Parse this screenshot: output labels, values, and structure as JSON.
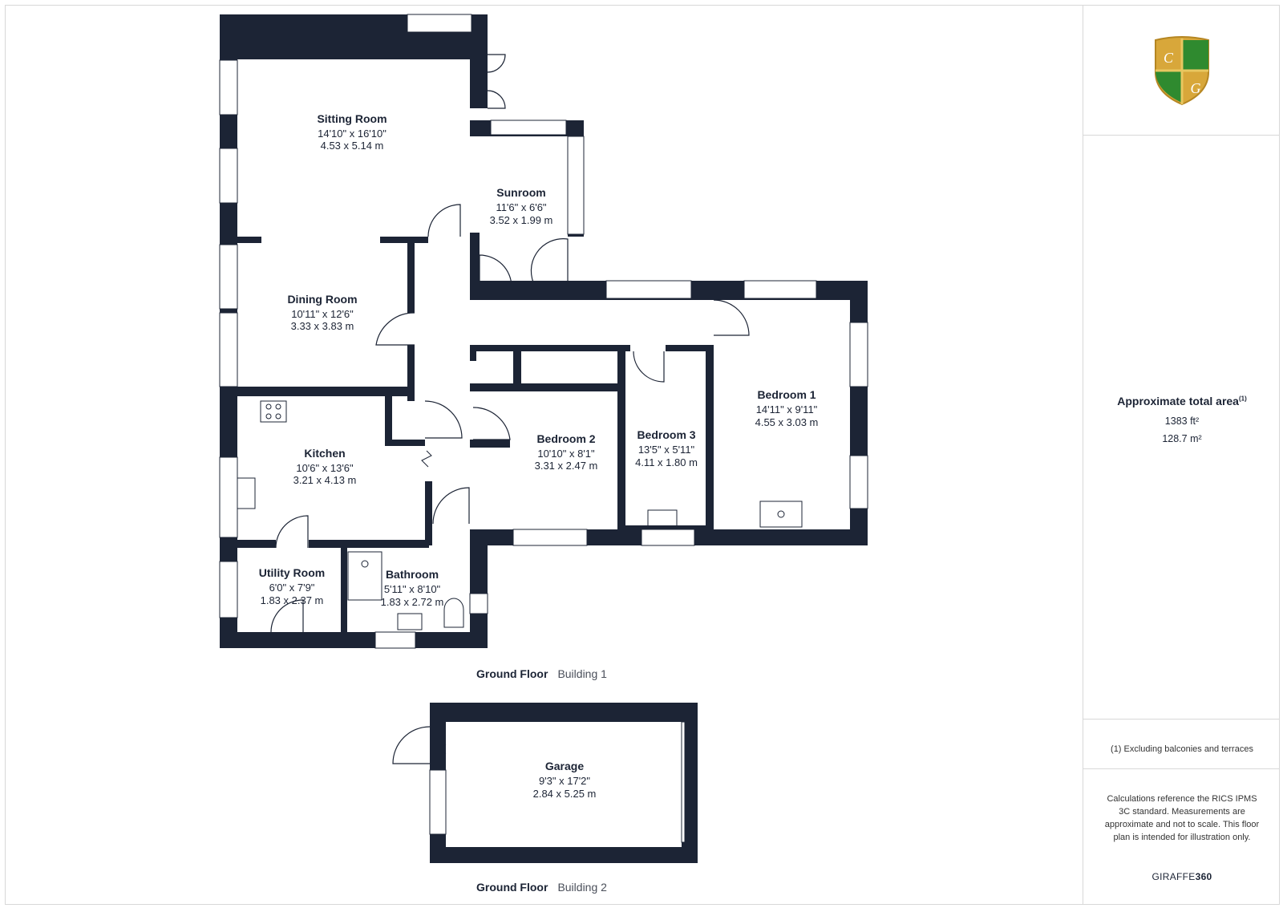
{
  "rooms": {
    "sitting_room": {
      "name": "Sitting Room",
      "imperial": "14'10\" x 16'10\"",
      "metric": "4.53 x 5.14 m"
    },
    "sunroom": {
      "name": "Sunroom",
      "imperial": "11'6\" x 6'6\"",
      "metric": "3.52 x 1.99 m"
    },
    "dining_room": {
      "name": "Dining Room",
      "imperial": "10'11\" x 12'6\"",
      "metric": "3.33 x 3.83 m"
    },
    "kitchen": {
      "name": "Kitchen",
      "imperial": "10'6\" x 13'6\"",
      "metric": "3.21 x 4.13 m"
    },
    "bedroom_1": {
      "name": "Bedroom 1",
      "imperial": "14'11\" x 9'11\"",
      "metric": "4.55 x 3.03 m"
    },
    "bedroom_2": {
      "name": "Bedroom 2",
      "imperial": "10'10\" x 8'1\"",
      "metric": "3.31 x 2.47 m"
    },
    "bedroom_3": {
      "name": "Bedroom 3",
      "imperial": "13'5\" x 5'11\"",
      "metric": "4.11 x 1.80 m"
    },
    "utility_room": {
      "name": "Utility Room",
      "imperial": "6'0\" x 7'9\"",
      "metric": "1.83 x 2.37 m"
    },
    "bathroom": {
      "name": "Bathroom",
      "imperial": "5'11\" x 8'10\"",
      "metric": "1.83 x 2.72 m"
    },
    "garage": {
      "name": "Garage",
      "imperial": "9'3\" x 17'2\"",
      "metric": "2.84 x 5.25 m"
    }
  },
  "captions": {
    "building1": {
      "floor": "Ground Floor",
      "building": "Building 1"
    },
    "building2": {
      "floor": "Ground Floor",
      "building": "Building 2"
    }
  },
  "sidebar": {
    "logo_letters": [
      "C",
      "G"
    ],
    "area_title": "Approximate total area",
    "area_title_note": "(1)",
    "area_ft": "1383 ft²",
    "area_m": "128.7 m²",
    "footnote": "(1) Excluding balconies and terraces",
    "disclaimer": "Calculations reference the RICS IPMS 3C standard. Measurements are approximate and not to scale. This floor plan is intended for illustration only.",
    "brand_prefix": "GIRAFFE",
    "brand_suffix": "360"
  },
  "colors": {
    "wall": "#1c2435",
    "window": "#ffffff",
    "logo_gold": "#d8a73a",
    "logo_green": "#2f8a2f"
  }
}
